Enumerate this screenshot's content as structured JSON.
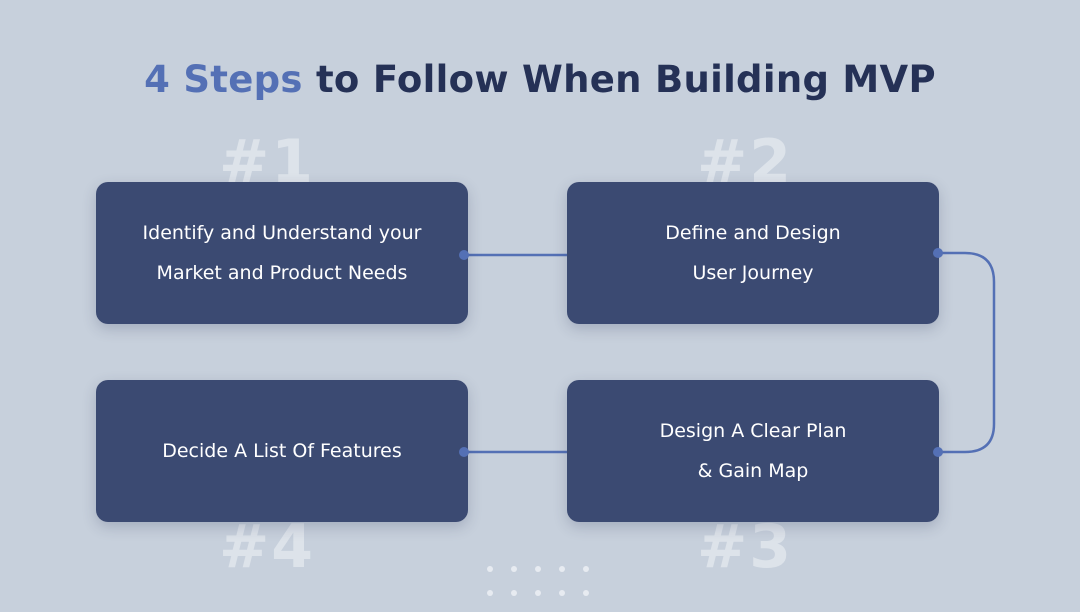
{
  "title": {
    "accent": "4 Steps",
    "rest": " to Follow When Building MVP"
  },
  "steps": [
    {
      "number": "#1",
      "label": "Identify and Understand your\nMarket and Product Needs"
    },
    {
      "number": "#2",
      "label": "Define and Design\nUser Journey"
    },
    {
      "number": "#3",
      "label": "Design A Clear Plan\n& Gain Map"
    },
    {
      "number": "#4",
      "label": "Decide A List Of Features"
    }
  ],
  "colors": {
    "background": "#c7d0dc",
    "card": "#3b4a72",
    "title": "#253156",
    "accent": "#5470b5",
    "connector": "#5470b5",
    "step_number": "#dde3ea"
  }
}
